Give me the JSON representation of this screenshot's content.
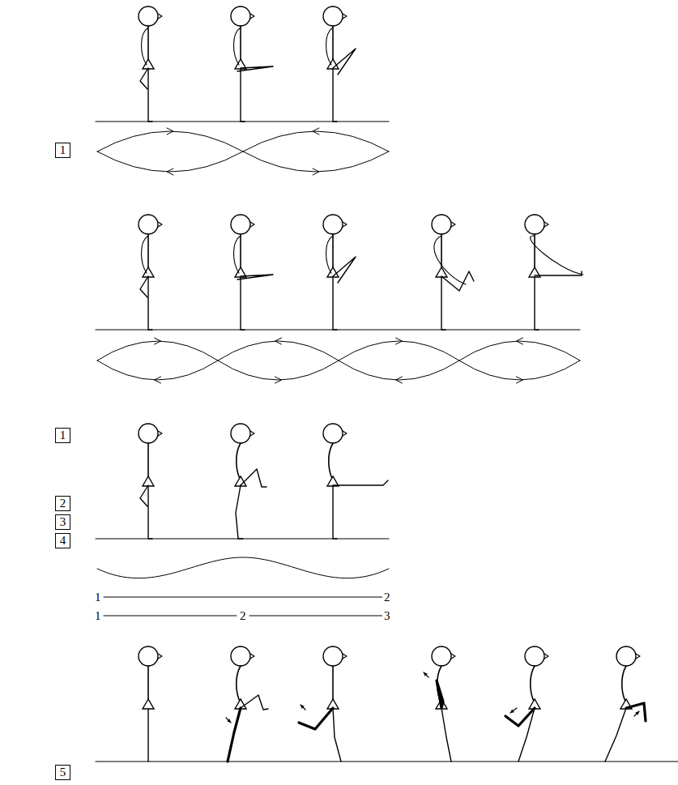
{
  "diagram": {
    "nodes": [
      {
        "text": [
          "1"
        ]
      },
      {
        "text": [
          "1"
        ]
      },
      {
        "text": [
          "2"
        ]
      },
      {
        "text": [
          "3"
        ]
      },
      {
        "text": [
          "4"
        ]
      },
      {
        "text": [
          "5"
        ]
      }
    ],
    "labels": [
      "1",
      "2",
      "1",
      "2",
      "3"
    ]
  }
}
